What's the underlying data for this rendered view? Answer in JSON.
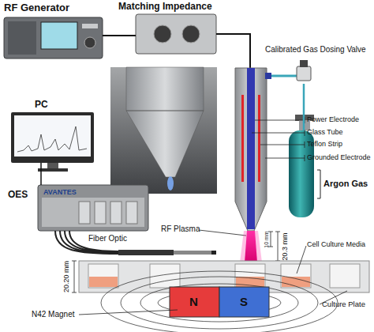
{
  "diagram": {
    "nodes": [
      {
        "text": [
          "RF Generator"
        ]
      },
      {
        "text": [
          "Matching Impedance"
        ]
      },
      {
        "text": [
          "Calibrated Gas Dosing Valve"
        ]
      },
      {
        "text": [
          "PC"
        ]
      },
      {
        "text": [
          "OES",
          "AVANTES"
        ]
      },
      {
        "text": [
          "Argon Gas"
        ]
      },
      {
        "text": [
          "N",
          "S"
        ]
      }
    ],
    "edges": [
      {
        "from": 0,
        "to": 1,
        "arrow": "none"
      },
      {
        "from": 3,
        "to": 4,
        "arrow": "none"
      },
      {
        "from": 2,
        "to": 5,
        "arrow": "none"
      }
    ],
    "labels": [
      "Power Electrode",
      "Glass Tube",
      "Teflon Strip",
      "Grounded Electrode",
      "RF Plasma",
      "Fiber Optic",
      "10 mm",
      "20.3 mm",
      "Cell Culture Media",
      "20.20 mm",
      "Culture Plate",
      "N42 Magnet"
    ]
  }
}
